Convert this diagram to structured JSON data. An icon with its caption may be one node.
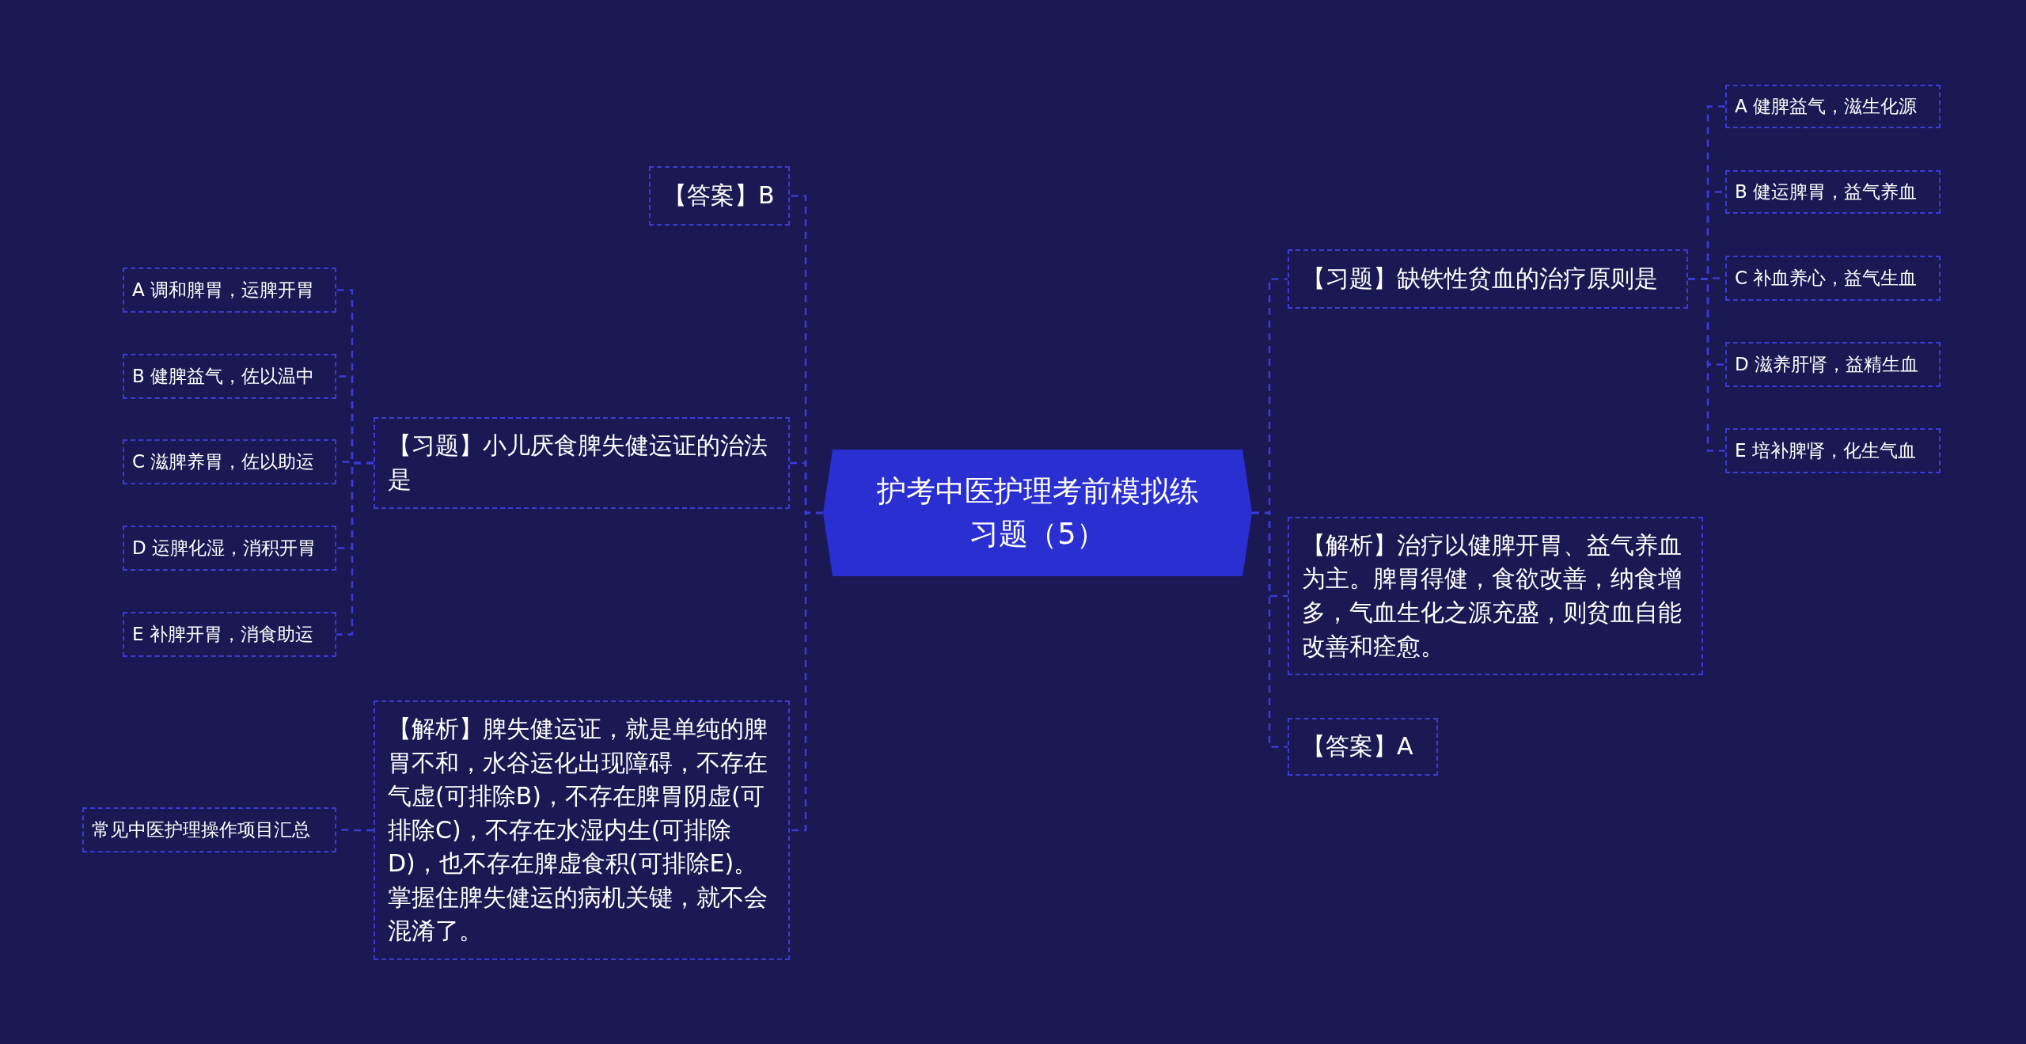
{
  "diagram": {
    "nodes": [
      {
        "text": [
          "护考中医护理考前模拟练习题（5）"
        ]
      },
      {
        "text": [
          "【答案】B"
        ]
      },
      {
        "text": [
          "【习题】小儿厌食脾失健运证的治法是"
        ]
      },
      {
        "text": [
          "A 调和脾胃，运脾开胃"
        ]
      },
      {
        "text": [
          "B 健脾益气，佐以温中"
        ]
      },
      {
        "text": [
          "C 滋脾养胃，佐以助运"
        ]
      },
      {
        "text": [
          "D 运脾化湿，消积开胃"
        ]
      },
      {
        "text": [
          "E 补脾开胃，消食助运"
        ]
      },
      {
        "text": [
          "【解析】脾失健运证，就是单纯的脾胃不和，水谷运化出现障碍，不存在气虚(可排除B)，不存在脾胃阴虚(可排除C)，不存在水湿内生(可排除D)，也不存在脾虚食积(可排除E)。掌握住脾失健运的病机关键，就不会混淆了。"
        ]
      },
      {
        "text": [
          "常见中医护理操作项目汇总"
        ]
      },
      {
        "text": [
          "【习题】缺铁性贫血的治疗原则是"
        ]
      },
      {
        "text": [
          "A 健脾益气，滋生化源"
        ]
      },
      {
        "text": [
          "B 健运脾胃，益气养血"
        ]
      },
      {
        "text": [
          "C 补血养心，益气生血"
        ]
      },
      {
        "text": [
          "D 滋养肝肾，益精生血"
        ]
      },
      {
        "text": [
          "E 培补脾肾，化生气血"
        ]
      },
      {
        "text": [
          "【解析】治疗以健脾开胃、益气养血为主。脾胃得健，食欲改善，纳食增多，气血生化之源充盛，则贫血自能改善和痊愈。"
        ]
      },
      {
        "text": [
          "【答案】A"
        ]
      }
    ],
    "edges": [
      {
        "from": 0,
        "to": 1,
        "arrow": "none"
      },
      {
        "from": 0,
        "to": 2,
        "arrow": "none"
      },
      {
        "from": 2,
        "to": 3,
        "arrow": "none"
      },
      {
        "from": 2,
        "to": 4,
        "arrow": "none"
      },
      {
        "from": 2,
        "to": 5,
        "arrow": "none"
      },
      {
        "from": 2,
        "to": 6,
        "arrow": "none"
      },
      {
        "from": 2,
        "to": 7,
        "arrow": "none"
      },
      {
        "from": 0,
        "to": 8,
        "arrow": "none"
      },
      {
        "from": 8,
        "to": 9,
        "arrow": "none"
      },
      {
        "from": 0,
        "to": 10,
        "arrow": "none"
      },
      {
        "from": 10,
        "to": 11,
        "arrow": "none"
      },
      {
        "from": 10,
        "to": 12,
        "arrow": "none"
      },
      {
        "from": 10,
        "to": 13,
        "arrow": "none"
      },
      {
        "from": 10,
        "to": 14,
        "arrow": "none"
      },
      {
        "from": 10,
        "to": 15,
        "arrow": "none"
      },
      {
        "from": 0,
        "to": 16,
        "arrow": "none"
      },
      {
        "from": 0,
        "to": 17,
        "arrow": "none"
      }
    ]
  }
}
